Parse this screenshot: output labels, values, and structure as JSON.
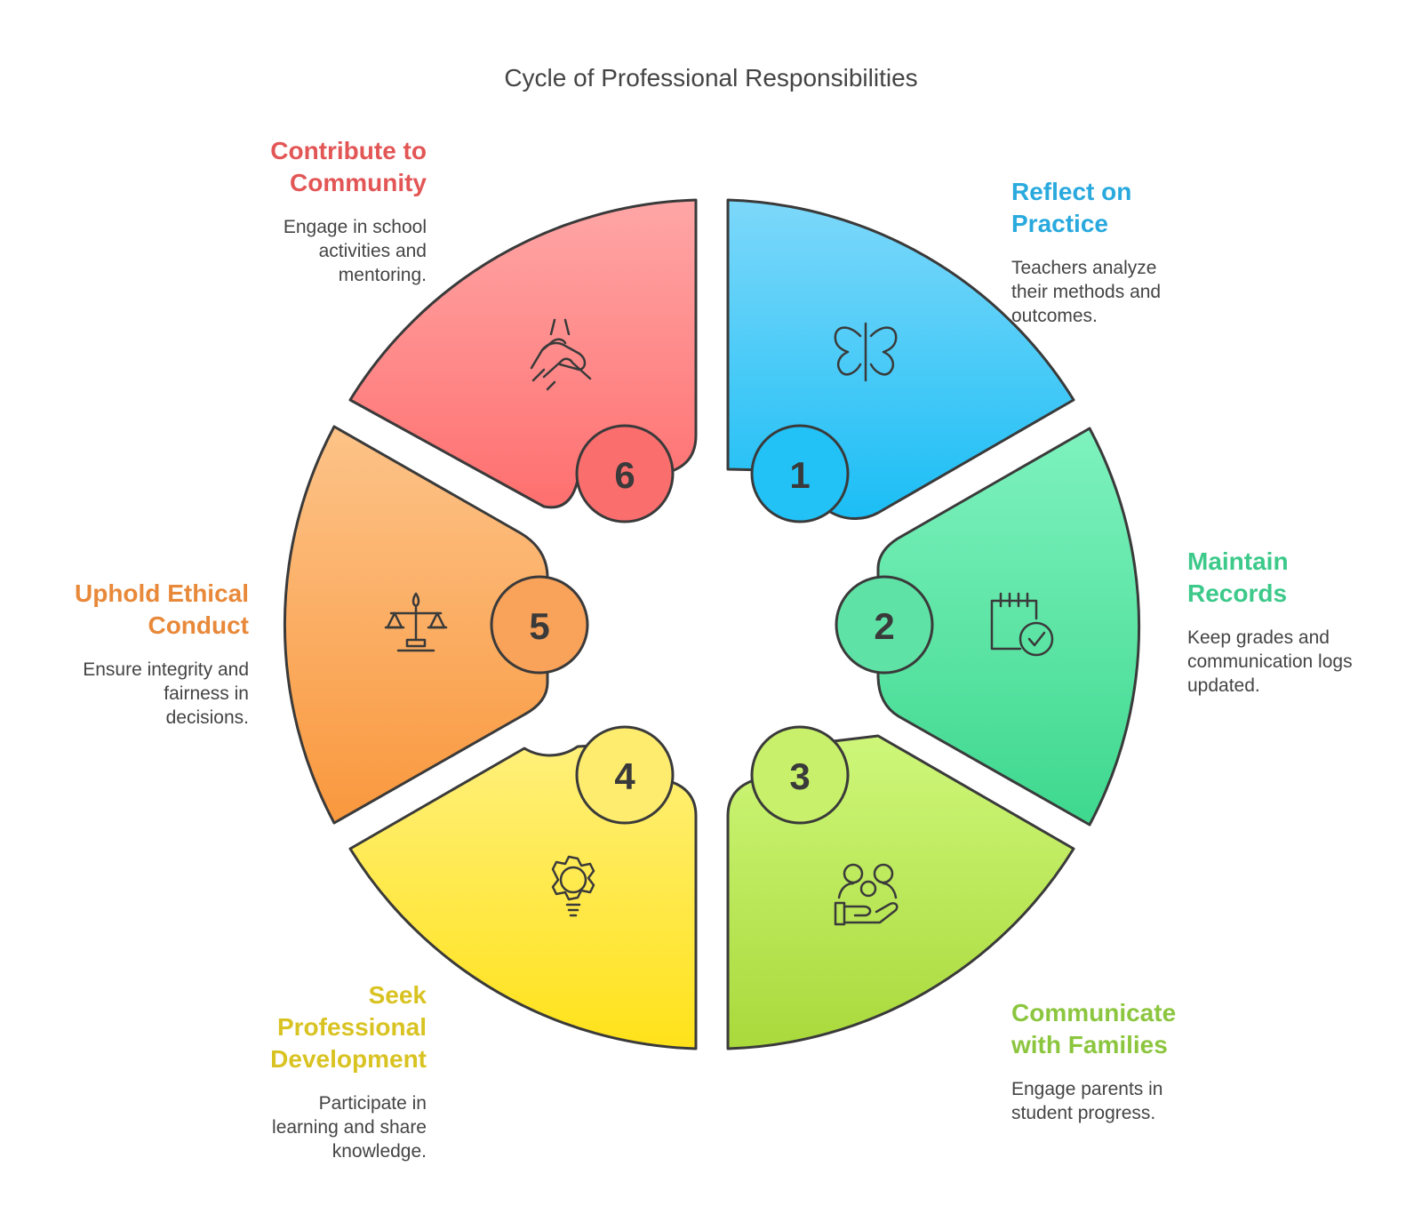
{
  "title": "Cycle of Professional Responsibilities",
  "steps": [
    {
      "number": "1",
      "title_lines": [
        "Reflect on",
        "Practice"
      ],
      "desc_lines": [
        "Teachers analyze",
        "their methods and",
        "outcomes."
      ],
      "color": "#29A9DD",
      "icon": "butterfly-icon"
    },
    {
      "number": "2",
      "title_lines": [
        "Maintain",
        "Records"
      ],
      "desc_lines": [
        "Keep grades and",
        "communication logs",
        "updated."
      ],
      "color": "#3CC98A",
      "icon": "calendar-check-icon"
    },
    {
      "number": "3",
      "title_lines": [
        "Communicate",
        "with Families"
      ],
      "desc_lines": [
        "Engage parents in",
        "student progress."
      ],
      "color": "#8CC63F",
      "icon": "family-care-icon"
    },
    {
      "number": "4",
      "title_lines": [
        "Seek",
        "Professional",
        "Development"
      ],
      "desc_lines": [
        "Participate in",
        "learning and share",
        "knowledge."
      ],
      "color": "#D9C323",
      "icon": "gear-bulb-icon"
    },
    {
      "number": "5",
      "title_lines": [
        "Uphold Ethical",
        "Conduct"
      ],
      "desc_lines": [
        "Ensure integrity and",
        "fairness in",
        "decisions."
      ],
      "color": "#E8893A",
      "icon": "scales-icon"
    },
    {
      "number": "6",
      "title_lines": [
        "Contribute to",
        "Community"
      ],
      "desc_lines": [
        "Engage in school",
        "activities and",
        "mentoring."
      ],
      "color": "#E35656",
      "icon": "helping-hands-icon"
    }
  ]
}
